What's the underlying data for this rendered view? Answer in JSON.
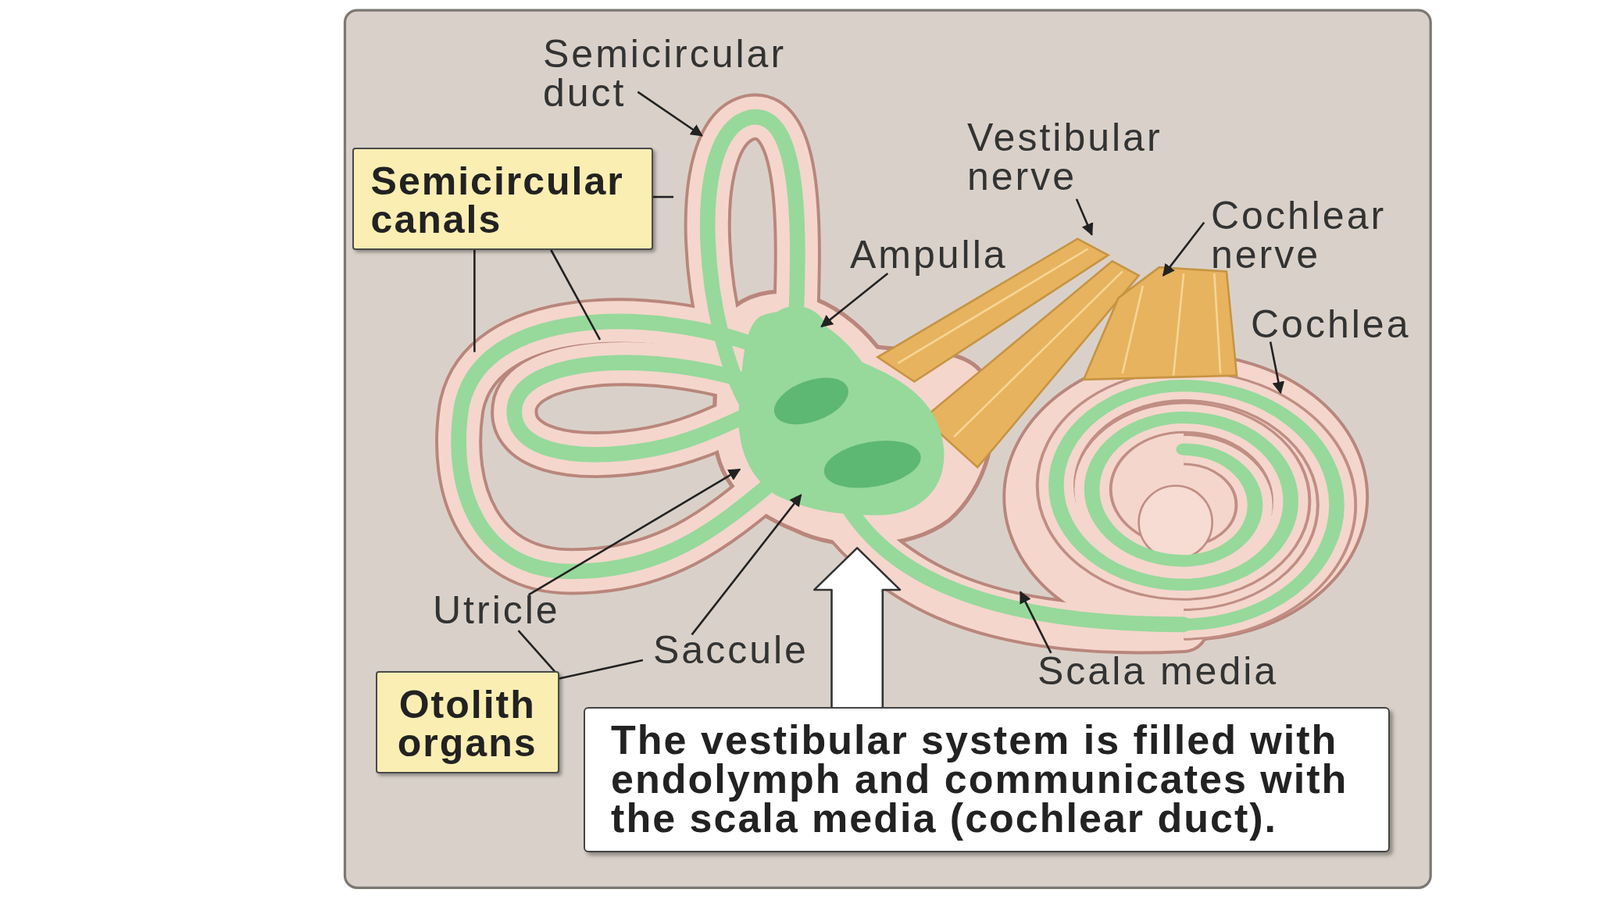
{
  "diagram": {
    "nodes": [
      {
        "text": [
          "Semicircular canals"
        ]
      },
      {
        "text": [
          "Otolith organs"
        ]
      },
      {
        "text": [
          "The vestibular system is filled with endolymph and communicates with the scala media (cochlear duct)."
        ]
      }
    ],
    "labels": [
      "Semicircular duct",
      "Vestibular nerve",
      "Cochlear nerve",
      "Ampulla",
      "Cochlea",
      "Utricle",
      "Saccule",
      "Scala media"
    ]
  }
}
